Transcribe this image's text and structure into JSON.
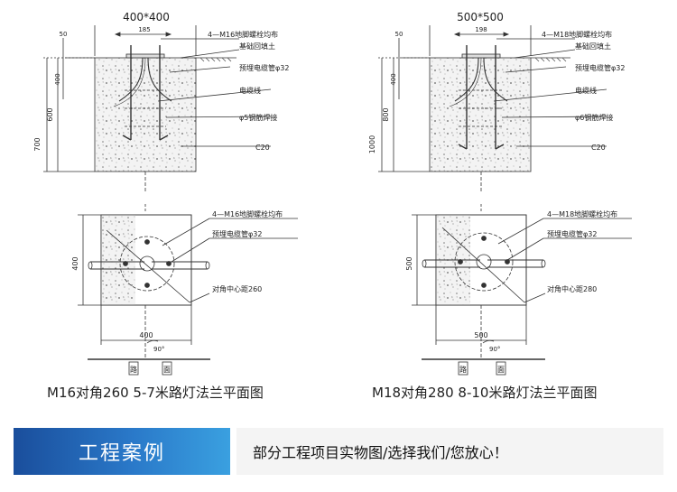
{
  "left": {
    "size_label": "400*400",
    "dim_50": "50",
    "dim_185": "185",
    "dim_400": "400",
    "dim_600": "600",
    "dim_700": "700",
    "bolts": "4—M16地脚螺栓均布",
    "backfill": "基础回填土",
    "conduit": "预埋电缆管φ32",
    "cable": "电缆线",
    "rebar": "φ5钢筋焊接",
    "concrete": "C20",
    "plan_bolts": "4—M16地脚螺栓均布",
    "plan_conduit": "预埋电缆管φ32",
    "diag": "对角中心距260",
    "plan_400_v": "400",
    "plan_400_h": "400",
    "angle": "90°",
    "road_1": "路",
    "road_2": "面",
    "caption": "M16对角260 5-7米路灯法兰平面图"
  },
  "right": {
    "size_label": "500*500",
    "dim_50": "50",
    "dim_198": "198",
    "dim_400": "400",
    "dim_800": "800",
    "dim_1000": "1000",
    "bolts": "4—M18地脚螺栓均布",
    "backfill": "基础回填土",
    "conduit": "预埋电缆管φ32",
    "cable": "电缆线",
    "rebar": "φ6钢筋焊接",
    "concrete": "C20",
    "plan_bolts": "4—M18地脚螺栓均布",
    "plan_conduit": "预埋电缆管φ32",
    "diag": "对角中心距280",
    "plan_500_v": "500",
    "plan_500_h": "500",
    "angle": "90°",
    "road_1": "路",
    "road_2": "面",
    "caption": "M18对角280 8-10米路灯法兰平面图"
  },
  "footer": {
    "title": "工程案例",
    "subtitle": "部分工程项目实物图/选择我们/您放心！"
  },
  "colors": {
    "line": "#333333",
    "concrete_fill": "#f2f2f2",
    "accent_start": "#1a4e9c",
    "accent_end": "#3aa0e0"
  }
}
